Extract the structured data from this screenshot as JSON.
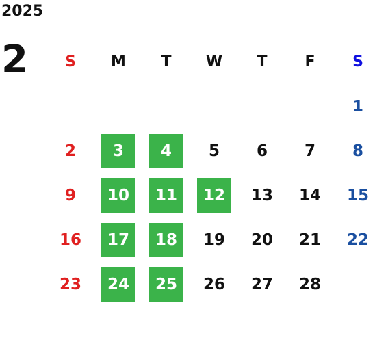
{
  "calendar": {
    "year": "2025",
    "month": "2",
    "weekdays": [
      "S",
      "M",
      "T",
      "W",
      "T",
      "F",
      "S"
    ],
    "highlight_color": "#3bb34a",
    "sunday_color": "#e02020",
    "saturday_color": "#1a4fa0",
    "weeks": [
      [
        "",
        "",
        "",
        "",
        "",
        "",
        "1"
      ],
      [
        "2",
        "3",
        "4",
        "5",
        "6",
        "7",
        "8"
      ],
      [
        "9",
        "10",
        "11",
        "12",
        "13",
        "14",
        "15"
      ],
      [
        "16",
        "17",
        "18",
        "19",
        "20",
        "21",
        "22"
      ],
      [
        "23",
        "24",
        "25",
        "26",
        "27",
        "28",
        ""
      ]
    ],
    "highlighted_days": [
      "3",
      "4",
      "10",
      "11",
      "12",
      "17",
      "18",
      "24",
      "25"
    ]
  }
}
